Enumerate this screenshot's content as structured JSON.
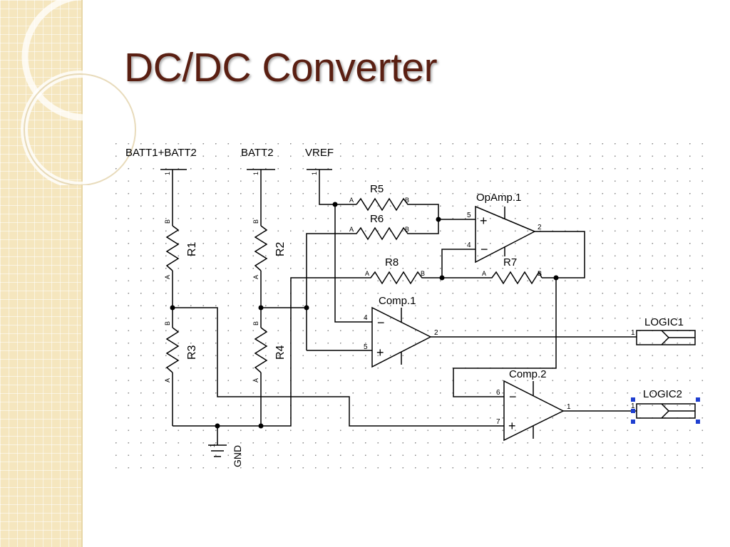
{
  "slide": {
    "title": "DC/DC Converter"
  },
  "schematic": {
    "ports": {
      "batt1_batt2": "BATT1+BATT2",
      "batt2": "BATT2",
      "vref": "VREF",
      "logic1": "LOGIC1",
      "logic2": "LOGIC2",
      "gnd": "GND"
    },
    "resistors": {
      "r1": "R1",
      "r2": "R2",
      "r3": "R3",
      "r4": "R4",
      "r5": "R5",
      "r6": "R6",
      "r7": "R7",
      "r8": "R8"
    },
    "amps": {
      "opamp1": "OpAmp.1",
      "comp1": "Comp.1",
      "comp2": "Comp.2"
    },
    "pin_labels": {
      "a": "A",
      "b": "B",
      "p1": "1",
      "p2": "2",
      "p4": "4",
      "p5": "5",
      "p6": "6",
      "p7": "7",
      "plus": "+",
      "minus": "−"
    }
  },
  "colors": {
    "side_panel": "#f5e6be",
    "title": "#5a1f12",
    "wire": "#000000",
    "selection": "#1f3fd0"
  }
}
